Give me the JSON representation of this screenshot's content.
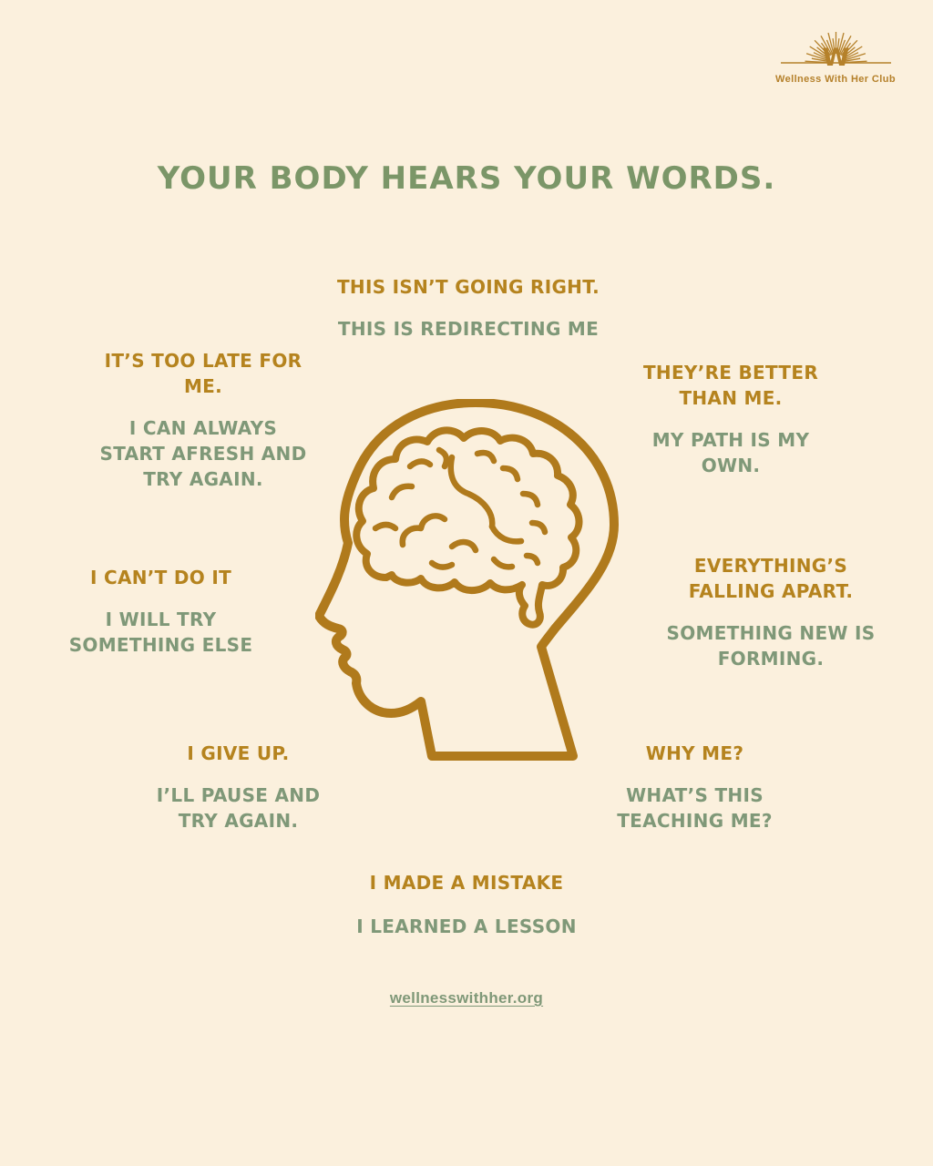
{
  "page": {
    "background": "#fbf0dd"
  },
  "brand": {
    "name": "Wellness With Her Club",
    "monogram": "W",
    "icon": "sunburst-rays-icon",
    "color": "#b5812b"
  },
  "title": {
    "text": "YOUR BODY HEARS YOUR WORDS.",
    "color": "#7b9668"
  },
  "illustration": {
    "name": "head-profile-with-brain",
    "stroke_color": "#b07a1c"
  },
  "colors": {
    "negative_text": "#b5831e",
    "reframe_text": "#7f9878",
    "background": "#fbf0dd"
  },
  "statements": [
    {
      "negative": [
        "THIS ISN’T GOING RIGHT."
      ],
      "reframe": [
        "THIS IS REDIRECTING ME"
      ]
    },
    {
      "negative": [
        "IT’S TOO LATE FOR",
        "ME."
      ],
      "reframe": [
        "I CAN ALWAYS",
        "START AFRESH AND",
        "TRY AGAIN."
      ]
    },
    {
      "negative": [
        "THEY’RE BETTER",
        "THAN ME."
      ],
      "reframe": [
        "MY PATH IS MY",
        "OWN."
      ]
    },
    {
      "negative": [
        "I CAN’T DO IT"
      ],
      "reframe": [
        "I WILL TRY",
        "SOMETHING ELSE"
      ]
    },
    {
      "negative": [
        "EVERYTHING’S",
        "FALLING APART."
      ],
      "reframe": [
        "SOMETHING NEW IS",
        "FORMING."
      ]
    },
    {
      "negative": [
        "I GIVE UP."
      ],
      "reframe": [
        "I’LL PAUSE AND",
        "TRY AGAIN."
      ]
    },
    {
      "negative": [
        "WHY ME?"
      ],
      "reframe": [
        "WHAT’S THIS",
        "TEACHING ME?"
      ]
    },
    {
      "negative": [
        "I MADE A MISTAKE"
      ],
      "reframe": [
        "I LEARNED A LESSON"
      ]
    }
  ],
  "footer": {
    "url": "wellnesswithher.org"
  }
}
